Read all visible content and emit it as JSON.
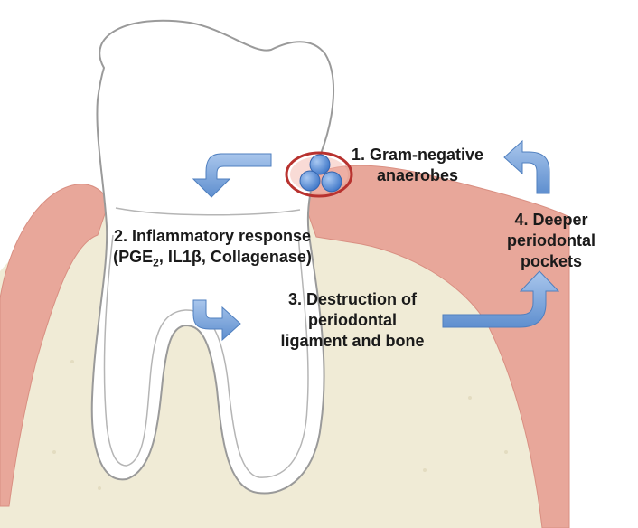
{
  "diagram": {
    "steps": [
      {
        "lines": [
          "1. Gram-negative",
          "anaerobes"
        ]
      },
      {
        "line1": "2. Inflammatory response",
        "line2_prefix": "(PGE",
        "line2_subscript": "2",
        "line2_suffix": ", IL1β, Collagenase)"
      },
      {
        "lines": [
          "3. Destruction of",
          "periodontal",
          "ligament and bone"
        ]
      },
      {
        "lines": [
          "4. Deeper",
          "periodontal",
          "pockets"
        ]
      }
    ],
    "colors": {
      "gum": "#e8a79a",
      "gum_edge": "#d98f82",
      "bone": "#f0ebd6",
      "tooth": "#ffffff",
      "tooth_outline": "#9a9a9a",
      "arrow": "#7aa3d8",
      "arrow_edge": "#4f7fbf",
      "bacteria": "#5b8fd6",
      "bacteria_ring": "#b8322f"
    },
    "icons": [
      "curved-arrow-icon",
      "bacteria-cluster-icon"
    ]
  }
}
